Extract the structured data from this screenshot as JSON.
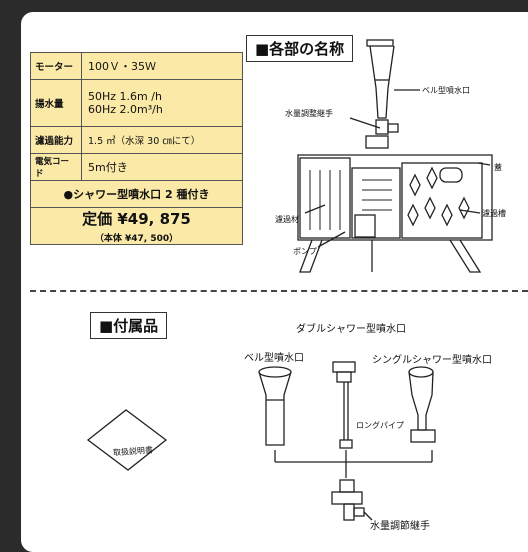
{
  "spec": {
    "rows": [
      {
        "key": "モーター",
        "value": "100Ｖ・35Ｗ"
      },
      {
        "key": "揚水量",
        "value1": "50Hz 1.6m /h",
        "value2": "60Hz 2.0m³/h"
      },
      {
        "key": "濾過能力",
        "value": "1.5 ㎥（水深 30 ㎝にて）"
      },
      {
        "key": "電気コード",
        "value": "5m付き"
      }
    ],
    "shower_note": "●シャワー型噴水口 2 種付き",
    "price_label": "定価 ¥49, 875",
    "price_base": "（本体 ¥47, 500）"
  },
  "parts": {
    "title": "■各部の名称",
    "labels": {
      "bell": "ベル型噴水口",
      "joint": "水量調整継手",
      "lid": "蓋",
      "tank": "濾過槽",
      "media": "濾過材",
      "pump": "ポンプ"
    }
  },
  "accessories": {
    "title": "■付属品",
    "double": "ダブルシャワー型噴水口",
    "bell": "ベル型噴水口",
    "single": "シングルシャワー型噴水口",
    "pipe": "ロングパイプ",
    "manual": "取扱説明書",
    "joint": "水量調節継手"
  }
}
